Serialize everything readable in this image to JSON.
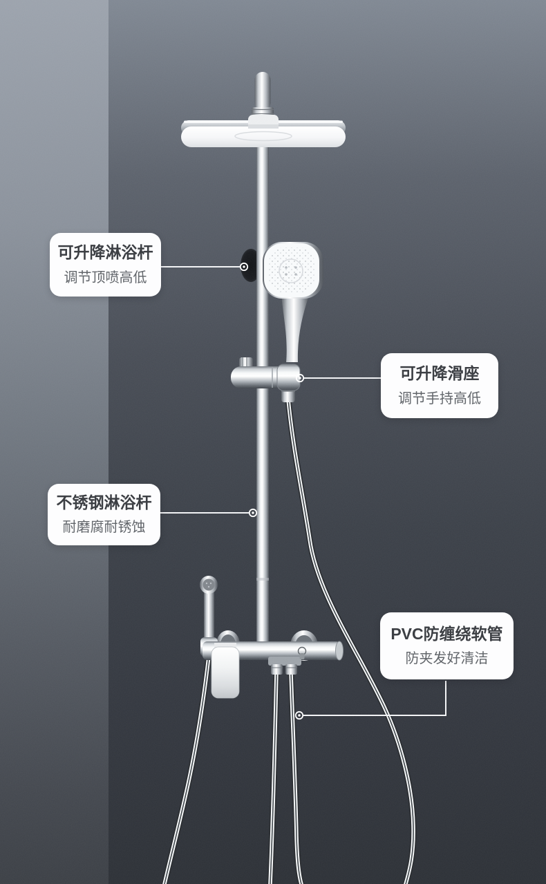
{
  "page": {
    "type": "product-detail-poster",
    "subject": "chrome-shower-set"
  },
  "labels": [
    {
      "id": "lift-rod",
      "title": "可升降淋浴杆",
      "subtitle": "调节顶喷高低"
    },
    {
      "id": "slider",
      "title": "可升降滑座",
      "subtitle": "调节手持高低"
    },
    {
      "id": "stainless",
      "title": "不锈钢淋浴杆",
      "subtitle": "耐磨腐耐锈蚀"
    },
    {
      "id": "pvc",
      "title": "PVC防缠绕软管",
      "subtitle": "防夹发好清洁"
    }
  ],
  "colors": {
    "label_bg": "#fdfdfe",
    "label_title": "#36393e",
    "label_subtitle": "#5d6166",
    "connector_line": "#f3f4f6",
    "background_top": "#7f8792",
    "background_bottom": "#2b2f35",
    "wall_band_top": "#9ba2ac",
    "chrome_highlight": "#ffffff",
    "chrome_shadow": "#4a4f56"
  }
}
